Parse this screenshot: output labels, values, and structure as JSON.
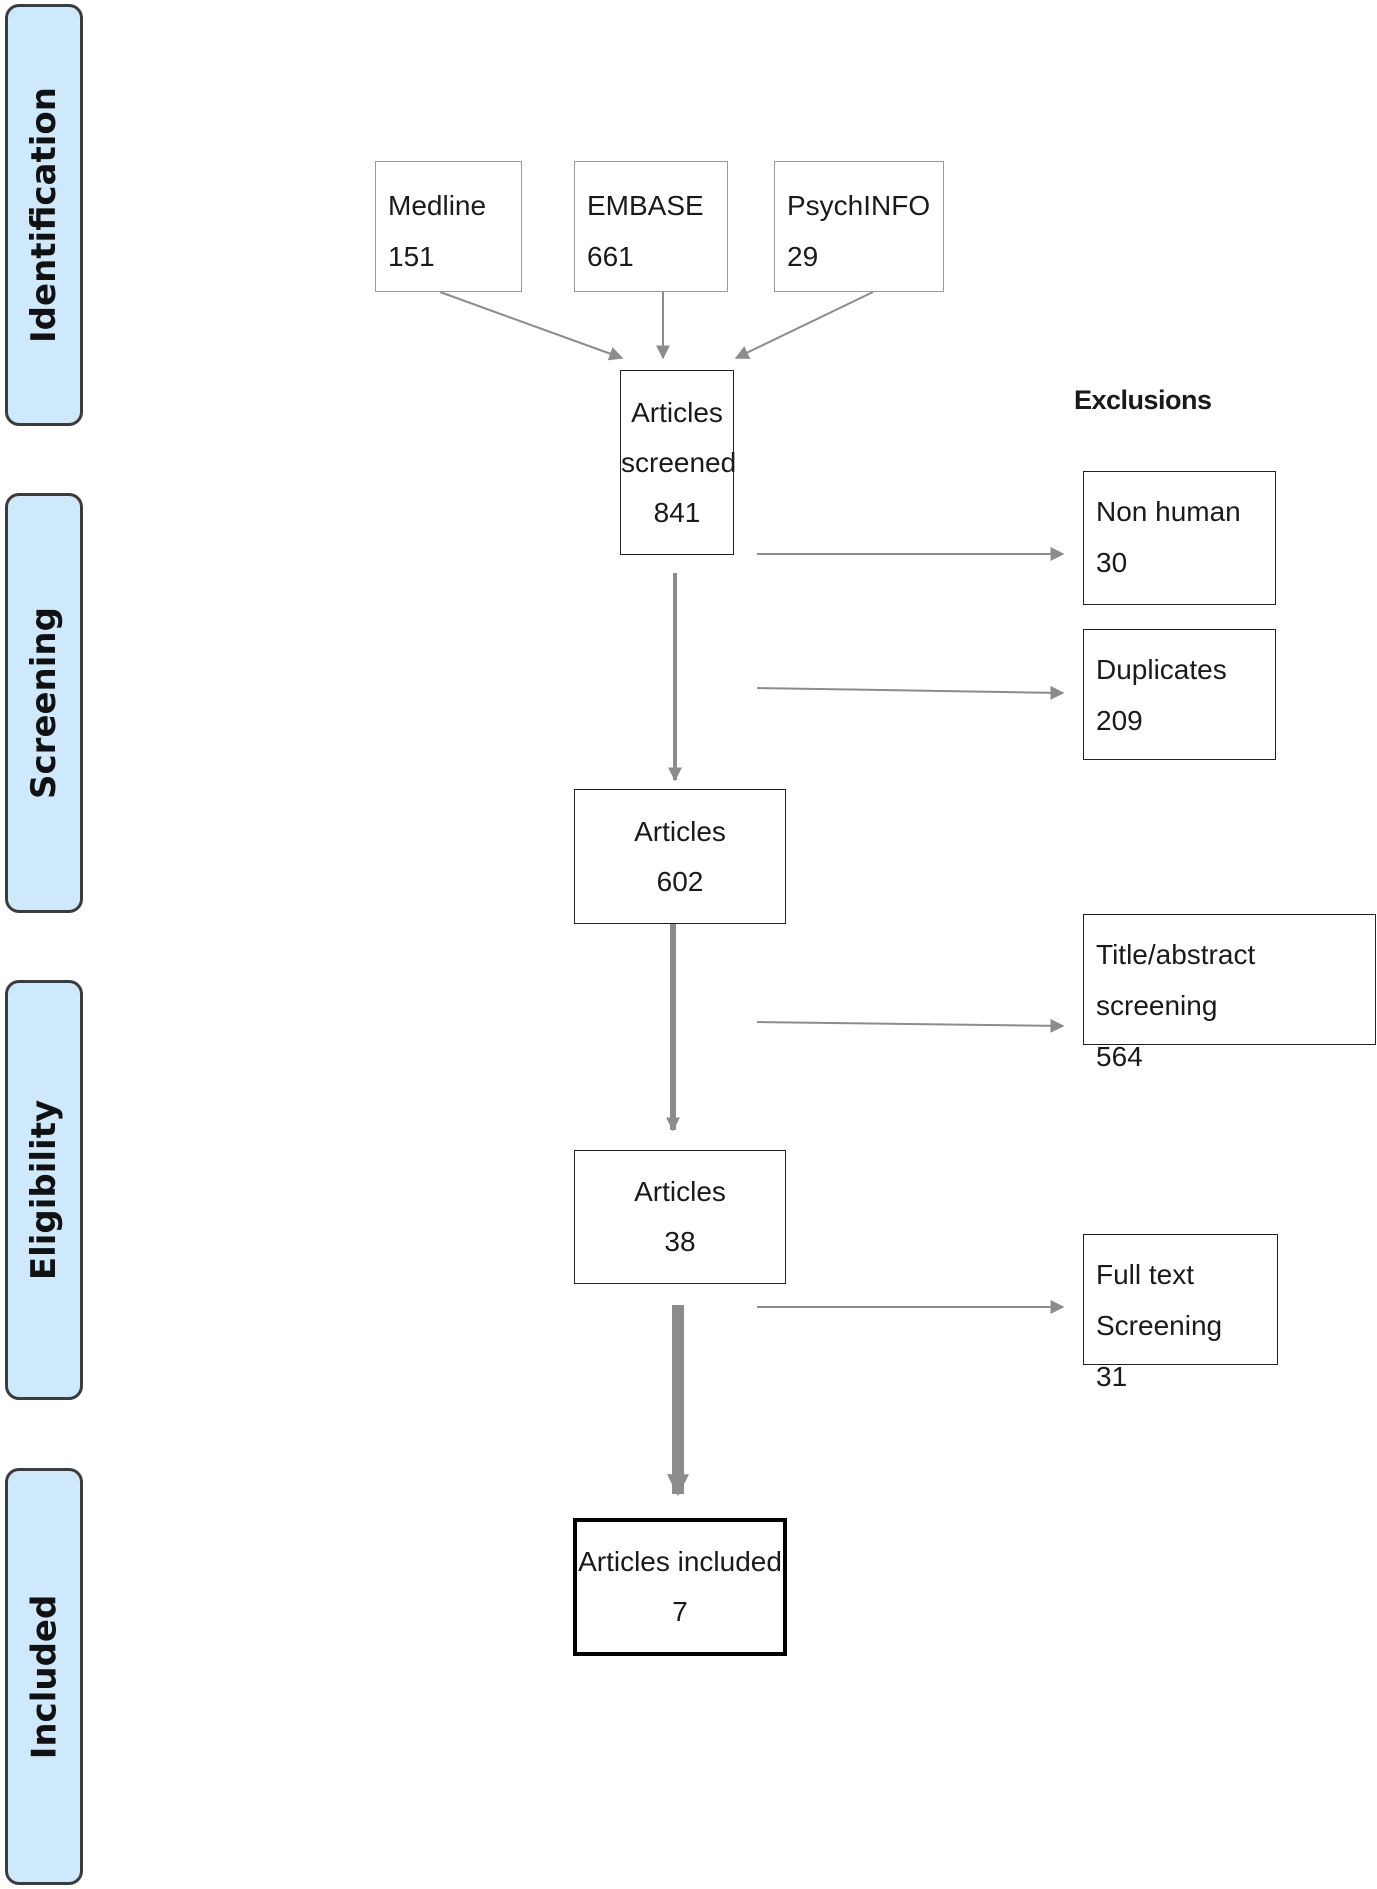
{
  "stages": [
    {
      "label": "Identification"
    },
    {
      "label": "Screening"
    },
    {
      "label": "Eligibility"
    },
    {
      "label": "Included"
    }
  ],
  "sources": [
    {
      "name": "Medline",
      "count": "151"
    },
    {
      "name": "EMBASE",
      "count": "661"
    },
    {
      "name": "PsychINFO",
      "count": "29"
    }
  ],
  "flow": {
    "screened": {
      "line1": "Articles",
      "line2": "screened",
      "count": "841"
    },
    "after_exclusions": {
      "label": "Articles",
      "count": "602"
    },
    "eligible": {
      "label": "Articles",
      "count": "38"
    },
    "included": {
      "label": "Articles included",
      "count": "7"
    }
  },
  "exclusions": {
    "heading": "Exclusions",
    "items": [
      {
        "label": "Non human",
        "count": "30"
      },
      {
        "label": "Duplicates",
        "count": "209"
      },
      {
        "label": "Title/abstract screening",
        "count": "564"
      },
      {
        "label": "Full text Screening",
        "count": "31"
      }
    ]
  },
  "colors": {
    "stage_fill": "#cde9fb",
    "stage_border": "#3c3c3c",
    "arrow": "#8c8c8c"
  }
}
